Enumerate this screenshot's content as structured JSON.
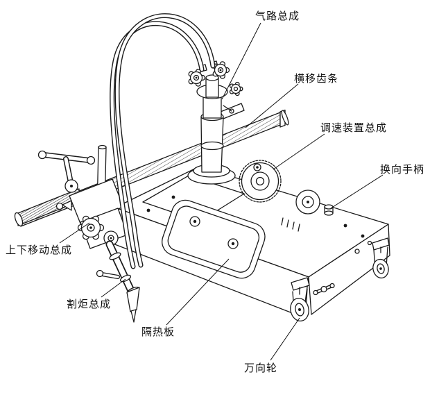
{
  "figure": {
    "type": "technical-line-diagram",
    "subject": "flame cutting machine parts diagram",
    "background_color": "#ffffff",
    "line_color": "#1a1a1a",
    "labels": [
      {
        "id": "gas-circuit-assembly",
        "text": "气路总成"
      },
      {
        "id": "traverse-rack",
        "text": "横移齿条"
      },
      {
        "id": "speed-control-assembly",
        "text": "调速装置总成"
      },
      {
        "id": "reversing-handle",
        "text": "换向手柄"
      },
      {
        "id": "vertical-movement-assembly",
        "text": "上下移动总成"
      },
      {
        "id": "cutting-torch-assembly",
        "text": "割炬总成"
      },
      {
        "id": "heat-shield-plate",
        "text": "隔热板"
      },
      {
        "id": "universal-wheel",
        "text": "万向轮"
      }
    ]
  }
}
